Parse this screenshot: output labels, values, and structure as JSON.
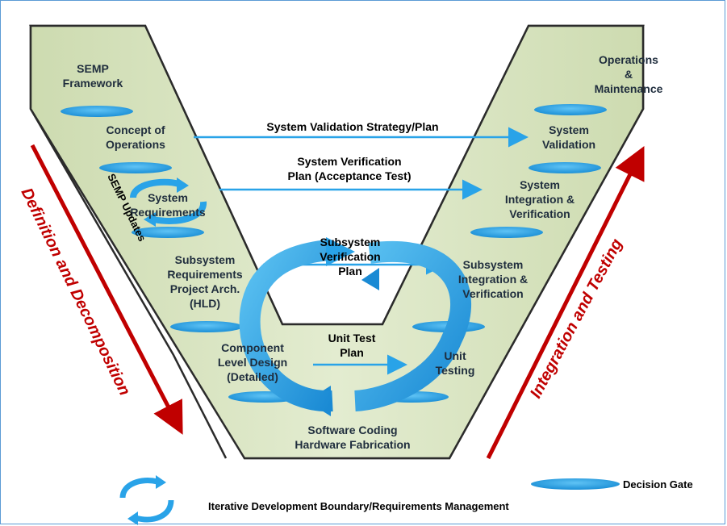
{
  "colors": {
    "band_fill": "#d8e4bc",
    "band_stroke": "#2b2b2b",
    "gate_fill": "#2e9fe0",
    "arrow_blue": "#29a3e8",
    "arrow_red": "#c00000",
    "frame": "#5b9bd5"
  },
  "left_side": {
    "semp_framework": [
      "SEMP",
      "Framework"
    ],
    "concept_of_operations": [
      "Concept of",
      "Operations"
    ],
    "system_requirements": [
      "System",
      "Requirements"
    ],
    "subsystem_requirements": [
      "Subsystem",
      "Requirements",
      "Project Arch.",
      "(HLD)"
    ],
    "component_design": [
      "Component",
      "Level Design",
      "(Detailed)"
    ]
  },
  "bottom": {
    "coding": [
      "Software Coding",
      "Hardware Fabrication"
    ]
  },
  "right_side": {
    "operations": [
      "Operations",
      "&",
      "Maintenance"
    ],
    "system_validation": [
      "System",
      "Validation"
    ],
    "system_integration": [
      "System",
      "Integration &",
      "Verification"
    ],
    "subsystem_integration": [
      "Subsystem",
      "Integration &",
      "Verification"
    ],
    "unit_testing": [
      "Unit",
      "Testing"
    ]
  },
  "plans": {
    "validation_plan": [
      "System Validation Strategy/Plan"
    ],
    "verification_plan": [
      "System Verification",
      "Plan (Acceptance Test)"
    ],
    "subsystem_plan": [
      "Subsystem",
      "Verification",
      "Plan"
    ],
    "unit_test_plan": [
      "Unit Test",
      "Plan"
    ]
  },
  "semp_updates": "SEMP Updates",
  "definition_label": "Definition and Decomposition",
  "integration_label": "Integration and Testing",
  "legend": {
    "decision_gate": "Decision Gate",
    "iterative": "Iterative Development Boundary/Requirements Management"
  }
}
